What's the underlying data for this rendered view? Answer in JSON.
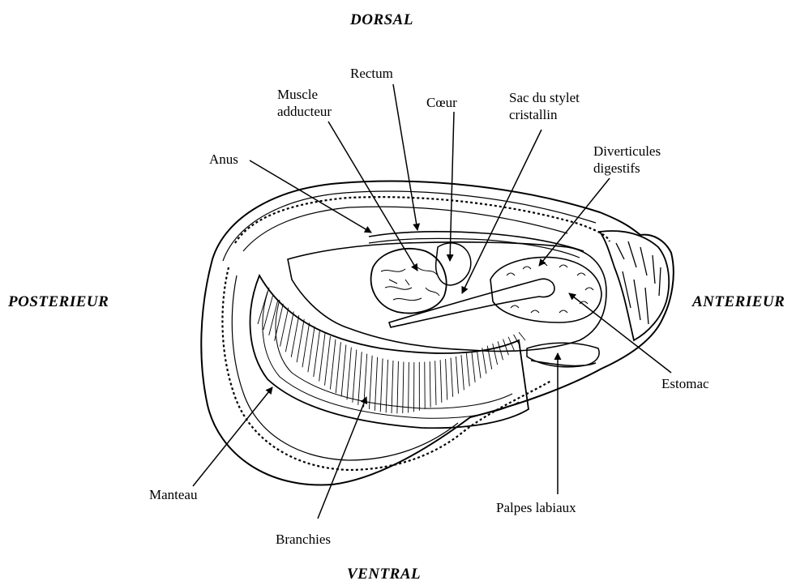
{
  "orientation": {
    "dorsal": "DORSAL",
    "ventral": "VENTRAL",
    "posterior": "POSTERIEUR",
    "anterior": "ANTERIEUR"
  },
  "labels": {
    "rectum": "Rectum",
    "muscle": "Muscle\nadducteur",
    "coeur": "Cœur",
    "sac": "Sac du stylet\ncristallin",
    "anus": "Anus",
    "diverticules": "Diverticules\ndigestifs",
    "estomac": "Estomac",
    "manteau": "Manteau",
    "branchies": "Branchies",
    "palpes": "Palpes labiaux"
  },
  "colors": {
    "ink": "#000000",
    "paper": "#ffffff"
  }
}
